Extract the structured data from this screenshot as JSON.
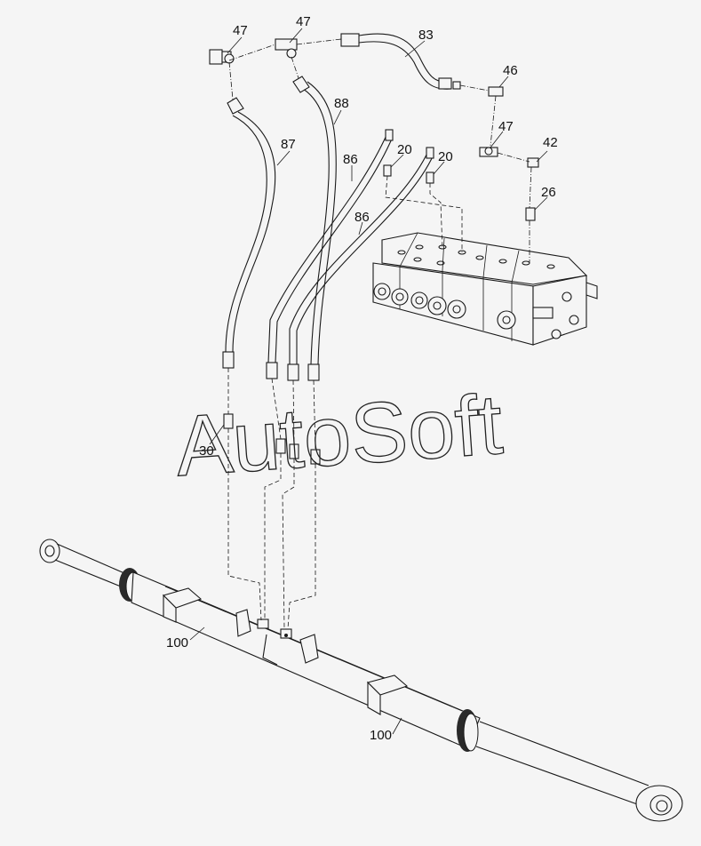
{
  "watermark": "AutoSoft",
  "callouts": {
    "c47a": "47",
    "c47b": "47",
    "c47c": "47",
    "c83": "83",
    "c46": "46",
    "c42": "42",
    "c26": "26",
    "c88": "88",
    "c87": "87",
    "c86a": "86",
    "c86b": "86",
    "c20a": "20",
    "c20b": "20",
    "c30": "30",
    "c100a": "100",
    "c100b": "100"
  }
}
